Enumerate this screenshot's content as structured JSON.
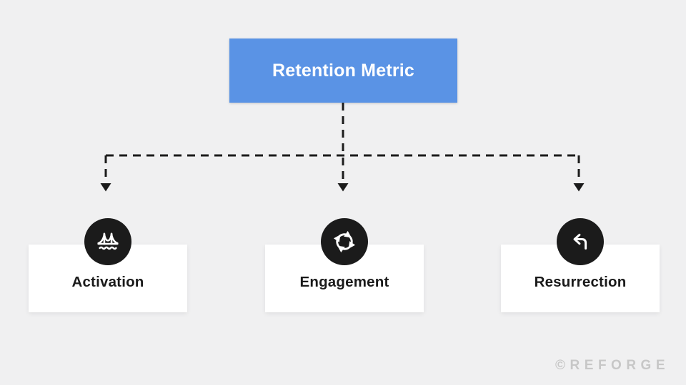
{
  "diagram": {
    "root": {
      "label": "Retention Metric"
    },
    "children": [
      {
        "label": "Activation",
        "icon": "bridge-icon"
      },
      {
        "label": "Engagement",
        "icon": "cycle-arrows-icon"
      },
      {
        "label": "Resurrection",
        "icon": "return-arrow-icon"
      }
    ],
    "watermark": "©REFORGE",
    "colors": {
      "background": "#f0f0f1",
      "root_fill": "#5a93e5",
      "root_text": "#ffffff",
      "card_fill": "#ffffff",
      "icon_circle_fill": "#1b1b1b",
      "icon_glyph": "#ffffff",
      "connector": "#1b1b1b",
      "label_text": "#1a1a1a",
      "watermark_text": "#c7c7c7"
    }
  }
}
